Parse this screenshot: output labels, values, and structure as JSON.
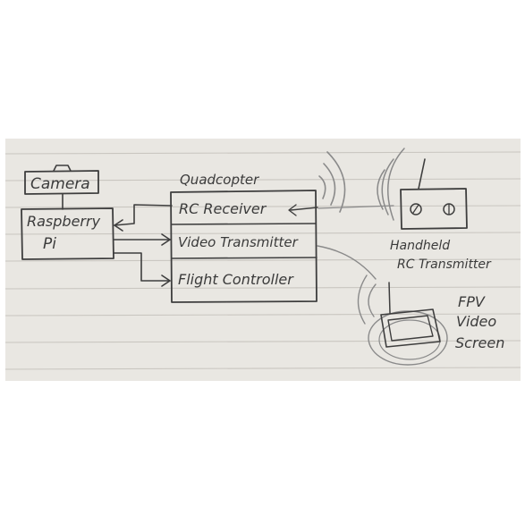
{
  "diagram": {
    "labels": {
      "camera": "Camera",
      "raspberry": "Raspberry",
      "pi": "Pi",
      "quadcopter": "Quadcopter",
      "rc_receiver": "RC Receiver",
      "video_transmitter": "Video Transmitter",
      "flight_controller": "Flight Controller",
      "handheld": "Handheld",
      "rc_transmitter": "RC Transmitter",
      "fpv": "FPV",
      "video": "Video",
      "screen": "Screen"
    },
    "colors": {
      "paper": "#e9e7e2",
      "ink": "#3e3e3e",
      "rule": "#c9c6c0"
    }
  }
}
